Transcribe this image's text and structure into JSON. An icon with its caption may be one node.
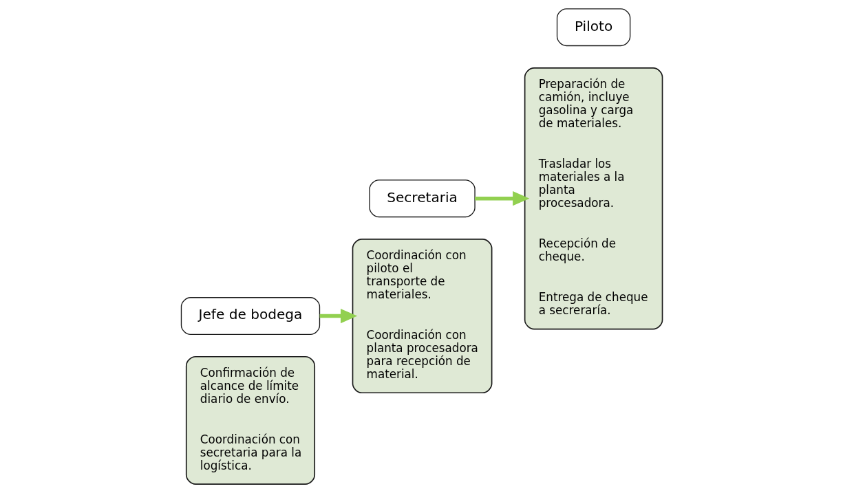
{
  "diagram": {
    "nodes": [
      {
        "text": [
          "Confirmación de alcance de límite diario de envío.",
          "Coordinación con secretaria para la logística."
        ]
      },
      {
        "text": [
          "Jefe de bodega"
        ]
      },
      {
        "text": [
          "Coordinación con piloto el transporte de materiales.",
          "Coordinación con planta procesadora para recepción de material."
        ]
      },
      {
        "text": [
          "Secretaria"
        ]
      },
      {
        "text": [
          "Preparación de camión, incluye gasolina y carga de materiales.",
          "Trasladar los materiales a la planta procesadora.",
          "Recepción de cheque.",
          "Entrega de cheque a secreraría."
        ]
      },
      {
        "text": [
          "Piloto"
        ]
      }
    ],
    "edges": [
      {
        "from": 1,
        "to": 2,
        "arrow": "to"
      },
      {
        "from": 3,
        "to": 4,
        "arrow": "to"
      }
    ]
  }
}
